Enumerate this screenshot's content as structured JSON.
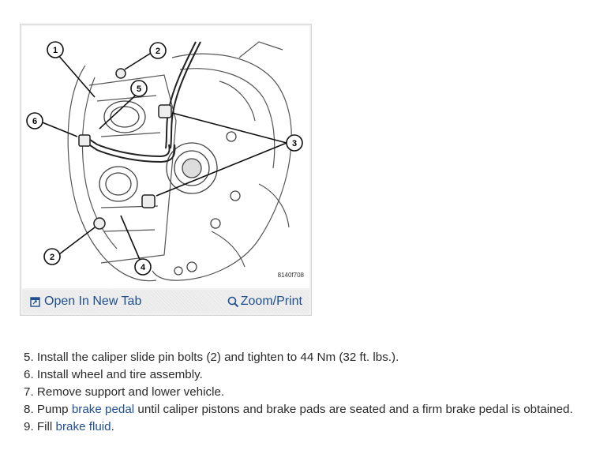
{
  "figure": {
    "figure_code": "8140f708",
    "callouts": [
      "1",
      "2",
      "5",
      "6",
      "3",
      "2",
      "4"
    ],
    "open_tab_label": "Open In New Tab",
    "zoom_label": "Zoom/Print",
    "link_color": "#1f4f8f"
  },
  "steps": [
    {
      "number": "5.",
      "text": "Install the caliper slide pin bolts (2) and tighten to 44 Nm (32 ft. lbs.)."
    },
    {
      "number": "6.",
      "text": "Install wheel and tire assembly."
    },
    {
      "number": "7.",
      "text": "Remove support and lower vehicle."
    },
    {
      "number": "8.",
      "before": "Pump ",
      "link": "brake pedal",
      "after": " until caliper pistons and brake pads are seated and a firm brake pedal is obtained."
    },
    {
      "number": "9.",
      "before": "Fill ",
      "link": "brake fluid",
      "after": "."
    }
  ]
}
